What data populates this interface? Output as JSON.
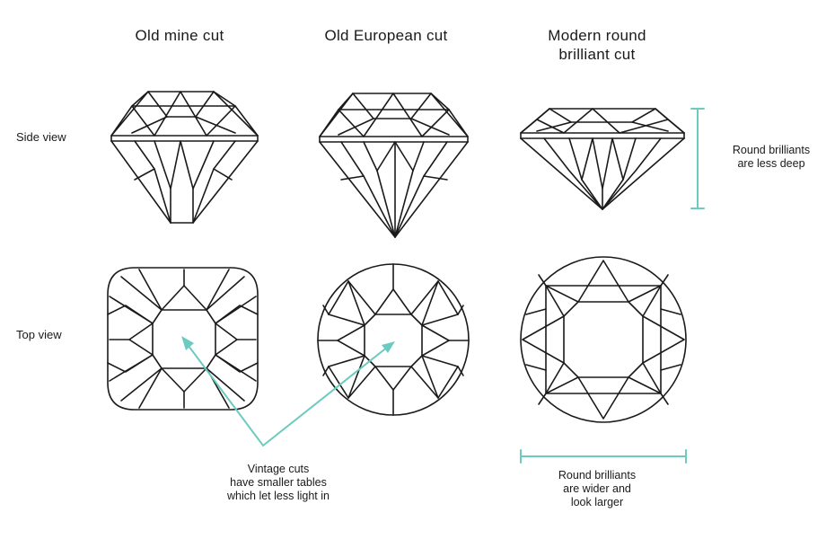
{
  "columns": [
    {
      "title_line1": "Old mine cut",
      "title_line2": ""
    },
    {
      "title_line1": "Old European cut",
      "title_line2": ""
    },
    {
      "title_line1": "Modern round",
      "title_line2": "brilliant cut"
    }
  ],
  "rows": {
    "side_view": "Side view",
    "top_view": "Top view"
  },
  "notes": {
    "depth": [
      "Round brilliants",
      "are less deep"
    ],
    "tables": [
      "Vintage cuts",
      "have smaller tables",
      "which let less light in"
    ],
    "width": [
      "Round brilliants",
      "are wider and",
      "look larger"
    ]
  },
  "colors": {
    "line": "#1a1a1a",
    "accent": "#6ccbc0",
    "background": "#ffffff"
  }
}
